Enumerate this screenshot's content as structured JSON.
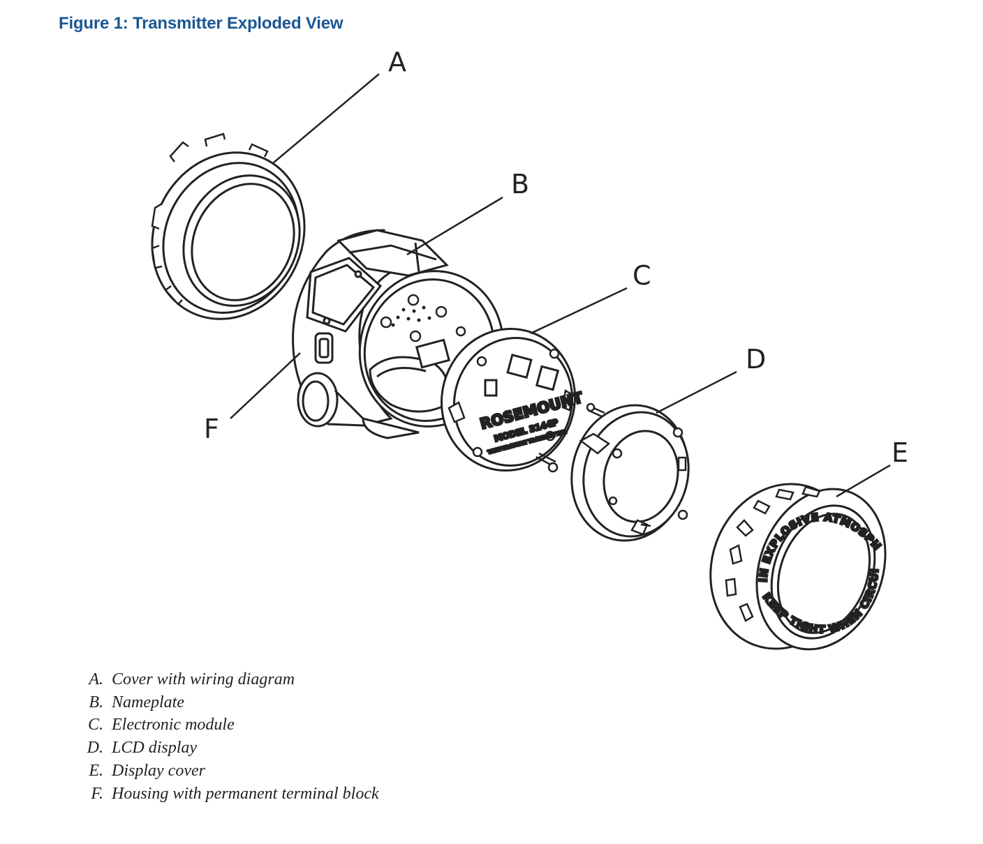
{
  "figure": {
    "title": "Figure 1: Transmitter Exploded View"
  },
  "callouts": [
    "A",
    "B",
    "C",
    "D",
    "E",
    "F"
  ],
  "legend": [
    {
      "letter": "A.",
      "text": "Cover with wiring diagram"
    },
    {
      "letter": "B.",
      "text": "Nameplate"
    },
    {
      "letter": "C.",
      "text": "Electronic module"
    },
    {
      "letter": "D.",
      "text": "LCD display"
    },
    {
      "letter": "E.",
      "text": "Display cover"
    },
    {
      "letter": "F.",
      "text": "Housing with permanent terminal block"
    }
  ],
  "module_labels": {
    "brand": "ROSEMOUNT",
    "model": "MODEL 3144P",
    "subtitle": "TEMPERATURE TRANSMITTER"
  },
  "display_cover_labels": {
    "top_arc": "IN EXPLOSIVE ATMOSPHERE",
    "bottom_arc": "KEEP TIGHT WHEN CIRCUIT ALIVE"
  },
  "colors": {
    "title": "#1a5792",
    "line": "#222222"
  }
}
